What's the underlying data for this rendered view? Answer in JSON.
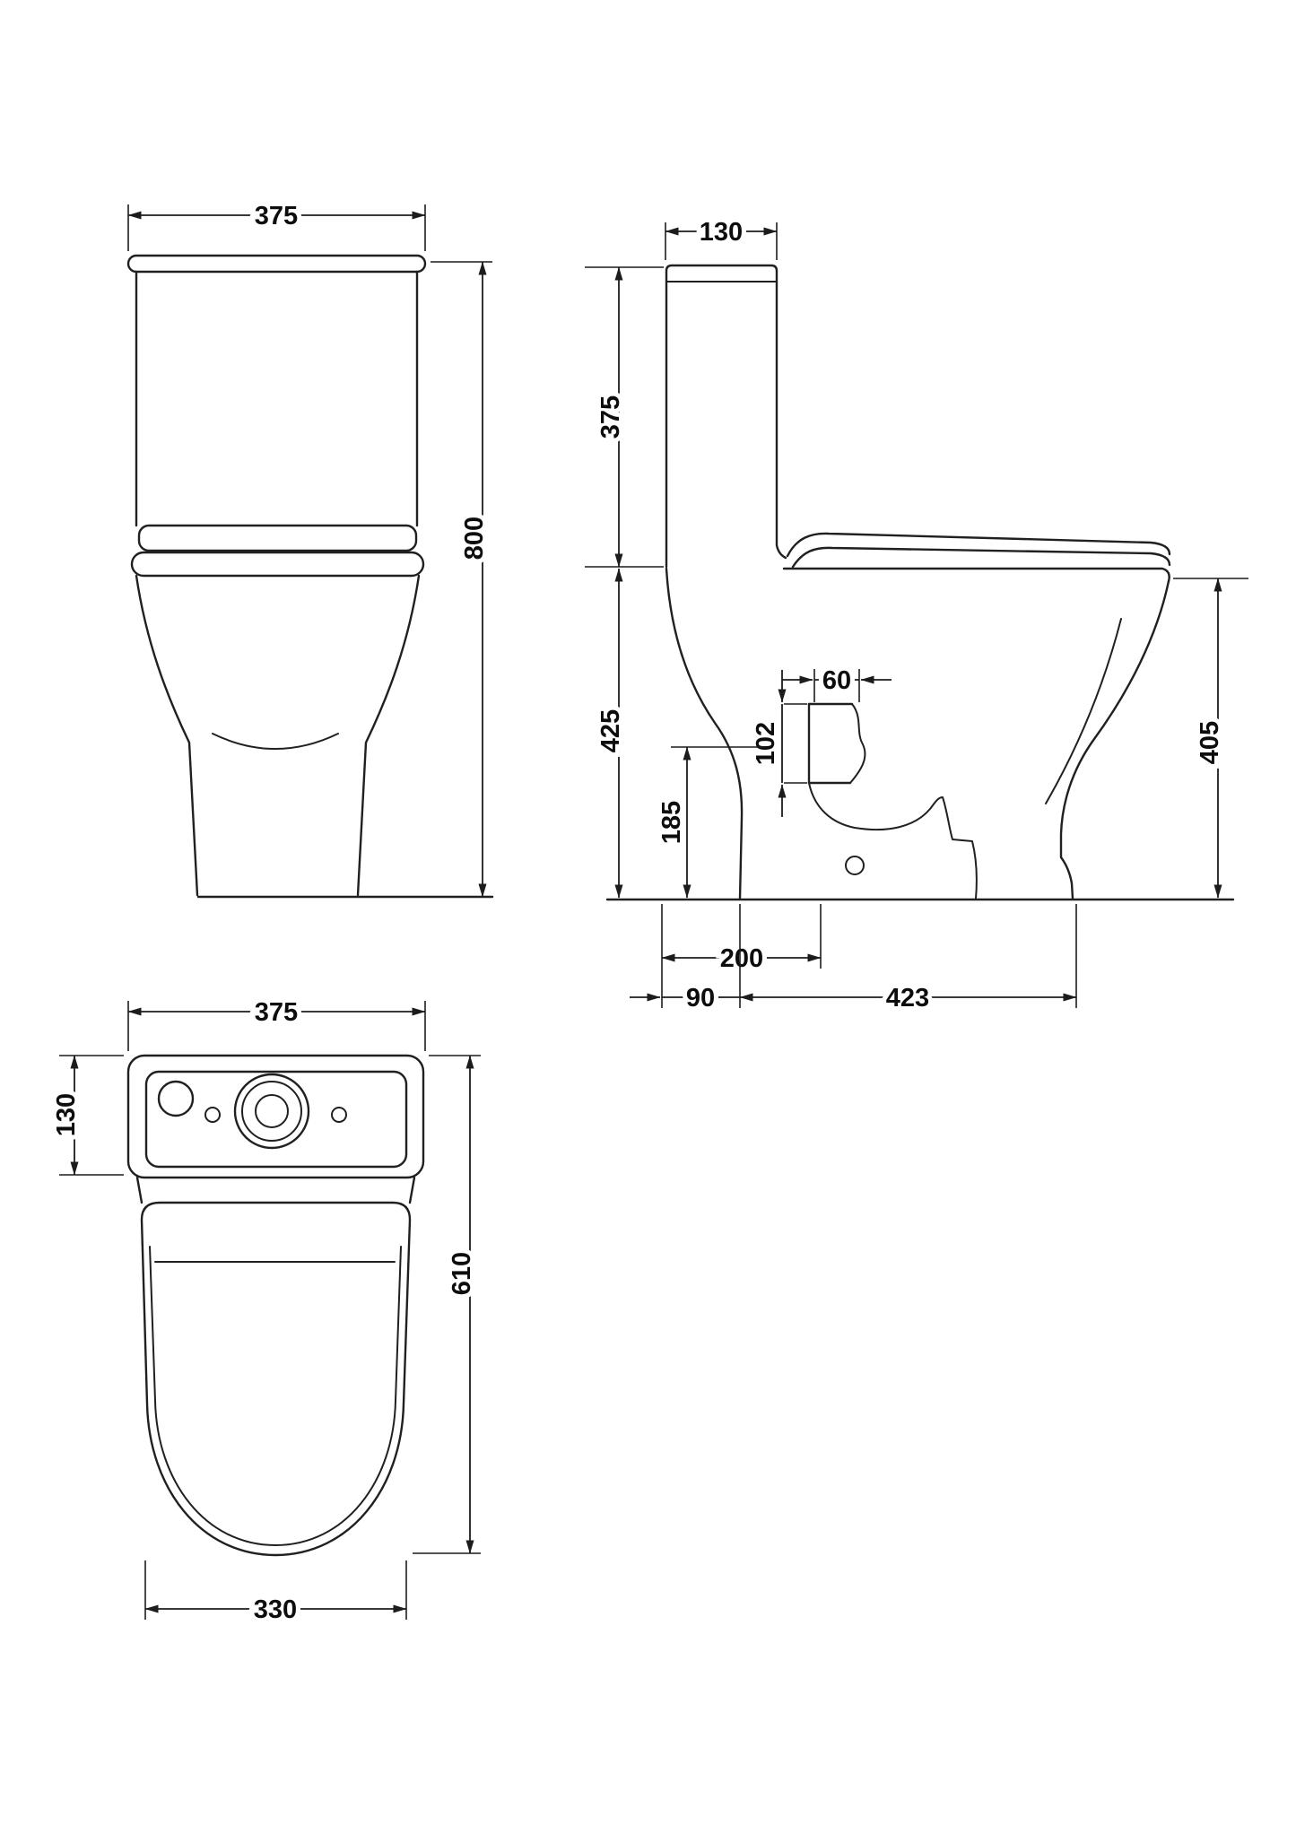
{
  "drawing": {
    "subject": "close-coupled-toilet-dimension-drawing",
    "background_color": "#ffffff",
    "line_color": "#202020",
    "text_color": "#0d0d0d"
  },
  "dims": {
    "front_width": "375",
    "front_height": "800",
    "side_cistern_depth": "130",
    "side_cistern_height": "375",
    "side_bowl_height": "425",
    "side_outlet_width": "60",
    "side_outlet_height": "102",
    "side_outlet_center_height": "185",
    "side_rim_height": "405",
    "side_outlet_setback": "200",
    "side_wall_gap": "90",
    "side_pan_depth": "423",
    "plan_width": "375",
    "plan_cistern_depth": "130",
    "plan_total_depth": "610",
    "plan_bowl_width": "330"
  }
}
